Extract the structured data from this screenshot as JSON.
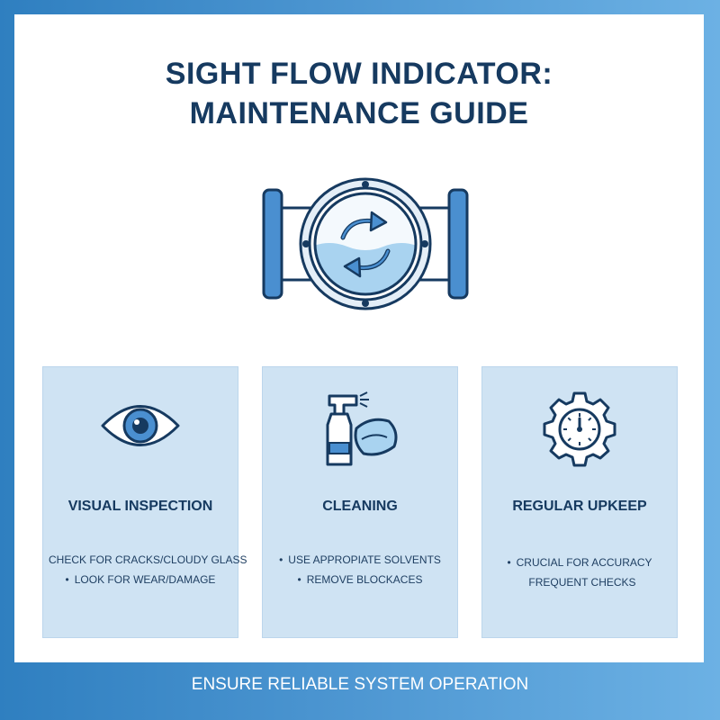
{
  "title": {
    "line1": "SIGHT FLOW INDICATOR:",
    "line2": "MAINTENANCE GUIDE"
  },
  "hero_icon": "sight-flow-indicator-icon",
  "panels": [
    {
      "icon": "eye-icon",
      "title": "VISUAL INSPECTION",
      "items": [
        {
          "bullet": "",
          "text": "CHECK FOR CRACKS/CLOUDY GLASS"
        },
        {
          "bullet": "•",
          "text": "LOOK FOR WEAR/DAMAGE"
        }
      ]
    },
    {
      "icon": "spray-bottle-cloth-icon",
      "title": "CLEANING",
      "items": [
        {
          "bullet": "•",
          "text": "USE APPROPIATE SOLVENTS"
        },
        {
          "bullet": "•",
          "text": "REMOVE BLOCKACES"
        }
      ]
    },
    {
      "icon": "gear-gauge-icon",
      "title": "REGULAR UPKEEP",
      "items": [
        {
          "bullet": "•",
          "text": "CRUCIAL FOR ACCURACY"
        },
        {
          "bullet": "",
          "text": "FREQUENT CHECKS"
        }
      ]
    }
  ],
  "footer": "ENSURE RELIABLE SYSTEM OPERATION",
  "colors": {
    "navy": "#163a60",
    "panel_fill": "#cfe3f3",
    "accent_blue": "#4a8fd0",
    "water": "#a9d3f0"
  }
}
